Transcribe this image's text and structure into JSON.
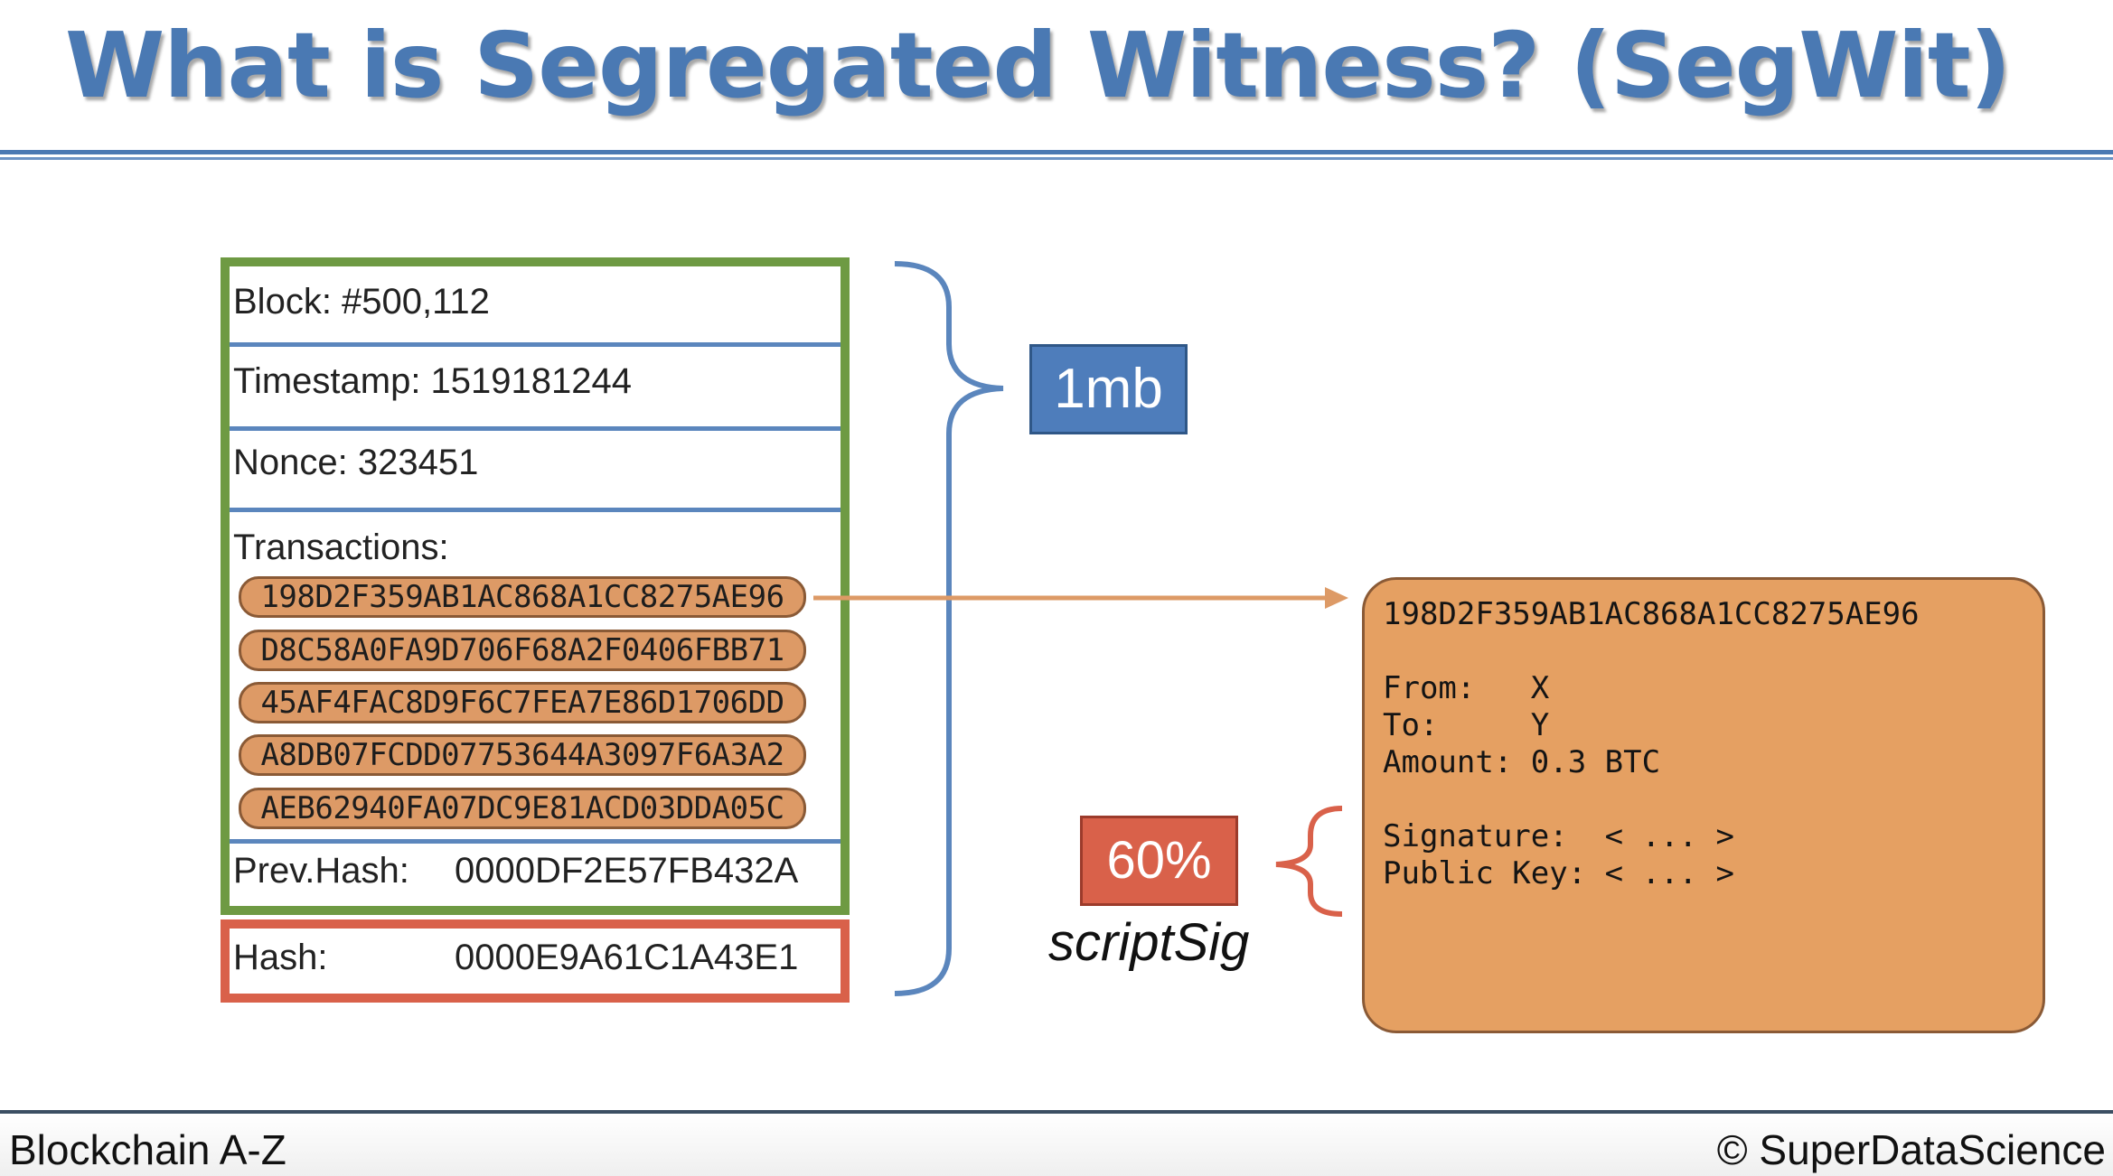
{
  "title": "What is Segregated Witness? (SegWit)",
  "block": {
    "block_label": "Block: #500,112",
    "timestamp_label": "Timestamp: 1519181244",
    "nonce_label": "Nonce: 323451",
    "transactions_label": "Transactions:",
    "transactions": [
      "198D2F359AB1AC868A1CC8275AE96",
      "D8C58A0FA9D706F68A2F0406FBB71",
      "45AF4FAC8D9F6C7FEA7E86D1706DD",
      "A8DB07FCDD07753644A3097F6A3A2",
      "AEB62940FA07DC9E81ACD03DDA05C"
    ],
    "prev_hash_label": "Prev.Hash:",
    "prev_hash_value": "0000DF2E57FB432A",
    "hash_label": "Hash:",
    "hash_value": "0000E9A61C1A43E1"
  },
  "size_badge": "1mb",
  "percent_badge": "60%",
  "script_label": "scriptSig",
  "transaction_detail": {
    "id": "198D2F359AB1AC868A1CC8275AE96",
    "from": "From:   X",
    "to": "To:     Y",
    "amount": "Amount: 0.3 BTC",
    "signature": "Signature:  < ... >",
    "public_key": "Public Key: < ... >"
  },
  "footer": {
    "left": "Blockchain A-Z",
    "right": "© SuperDataScience"
  },
  "colors": {
    "title": "#4a79b3",
    "block_border": "#6e9a43",
    "hash_border": "#d9614a",
    "transaction_fill": "#dd9a66",
    "badge_blue": "#4e7dbb",
    "badge_red": "#d9614a"
  }
}
